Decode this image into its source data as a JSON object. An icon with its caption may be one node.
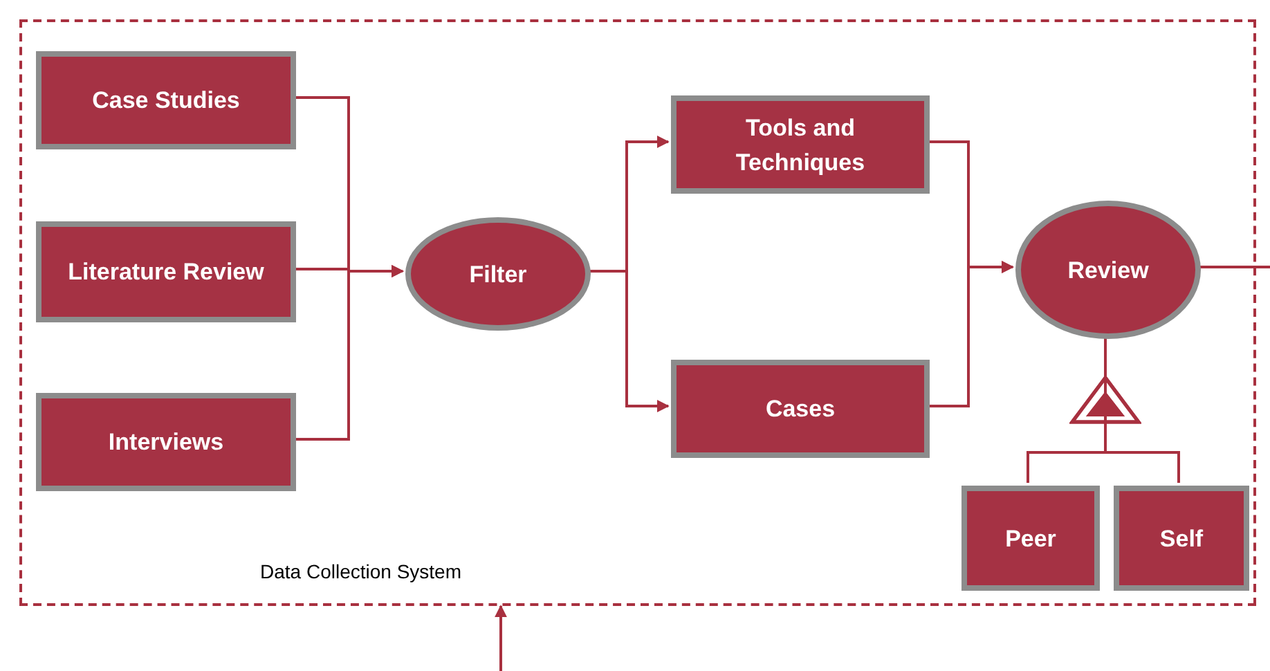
{
  "diagram": {
    "nodes": [
      {
        "text": [
          "Data Collection System"
        ]
      },
      {
        "text": [
          "Case Studies"
        ],
        "in": 0
      },
      {
        "text": [
          "Literature Review"
        ],
        "in": 0
      },
      {
        "text": [
          "Interviews"
        ],
        "in": 0
      },
      {
        "text": [
          "Filter"
        ],
        "in": 0
      },
      {
        "text": [
          "Tools and Techniques"
        ],
        "in": 0
      },
      {
        "text": [
          "Cases"
        ],
        "in": 0
      },
      {
        "text": [
          "Review"
        ],
        "in": 0
      },
      {
        "text": [
          "Peer"
        ],
        "in": 0
      },
      {
        "text": [
          "Self"
        ],
        "in": 0
      }
    ],
    "edges": [
      {
        "from": 1,
        "to": 4,
        "arrow": "to"
      },
      {
        "from": 2,
        "to": 4,
        "arrow": "to"
      },
      {
        "from": 3,
        "to": 4,
        "arrow": "to"
      },
      {
        "from": 4,
        "to": 5,
        "arrow": "to"
      },
      {
        "from": 4,
        "to": 6,
        "arrow": "to"
      },
      {
        "from": 5,
        "to": 7,
        "arrow": "to"
      },
      {
        "from": 6,
        "to": 7,
        "arrow": "to"
      },
      {
        "from": 7,
        "to": null,
        "arrow": "none"
      },
      {
        "from": null,
        "to": 0,
        "arrow": "to"
      },
      {
        "from": 8,
        "to": 7,
        "arrow": "to"
      },
      {
        "from": 9,
        "to": 7,
        "arrow": "to"
      }
    ]
  }
}
